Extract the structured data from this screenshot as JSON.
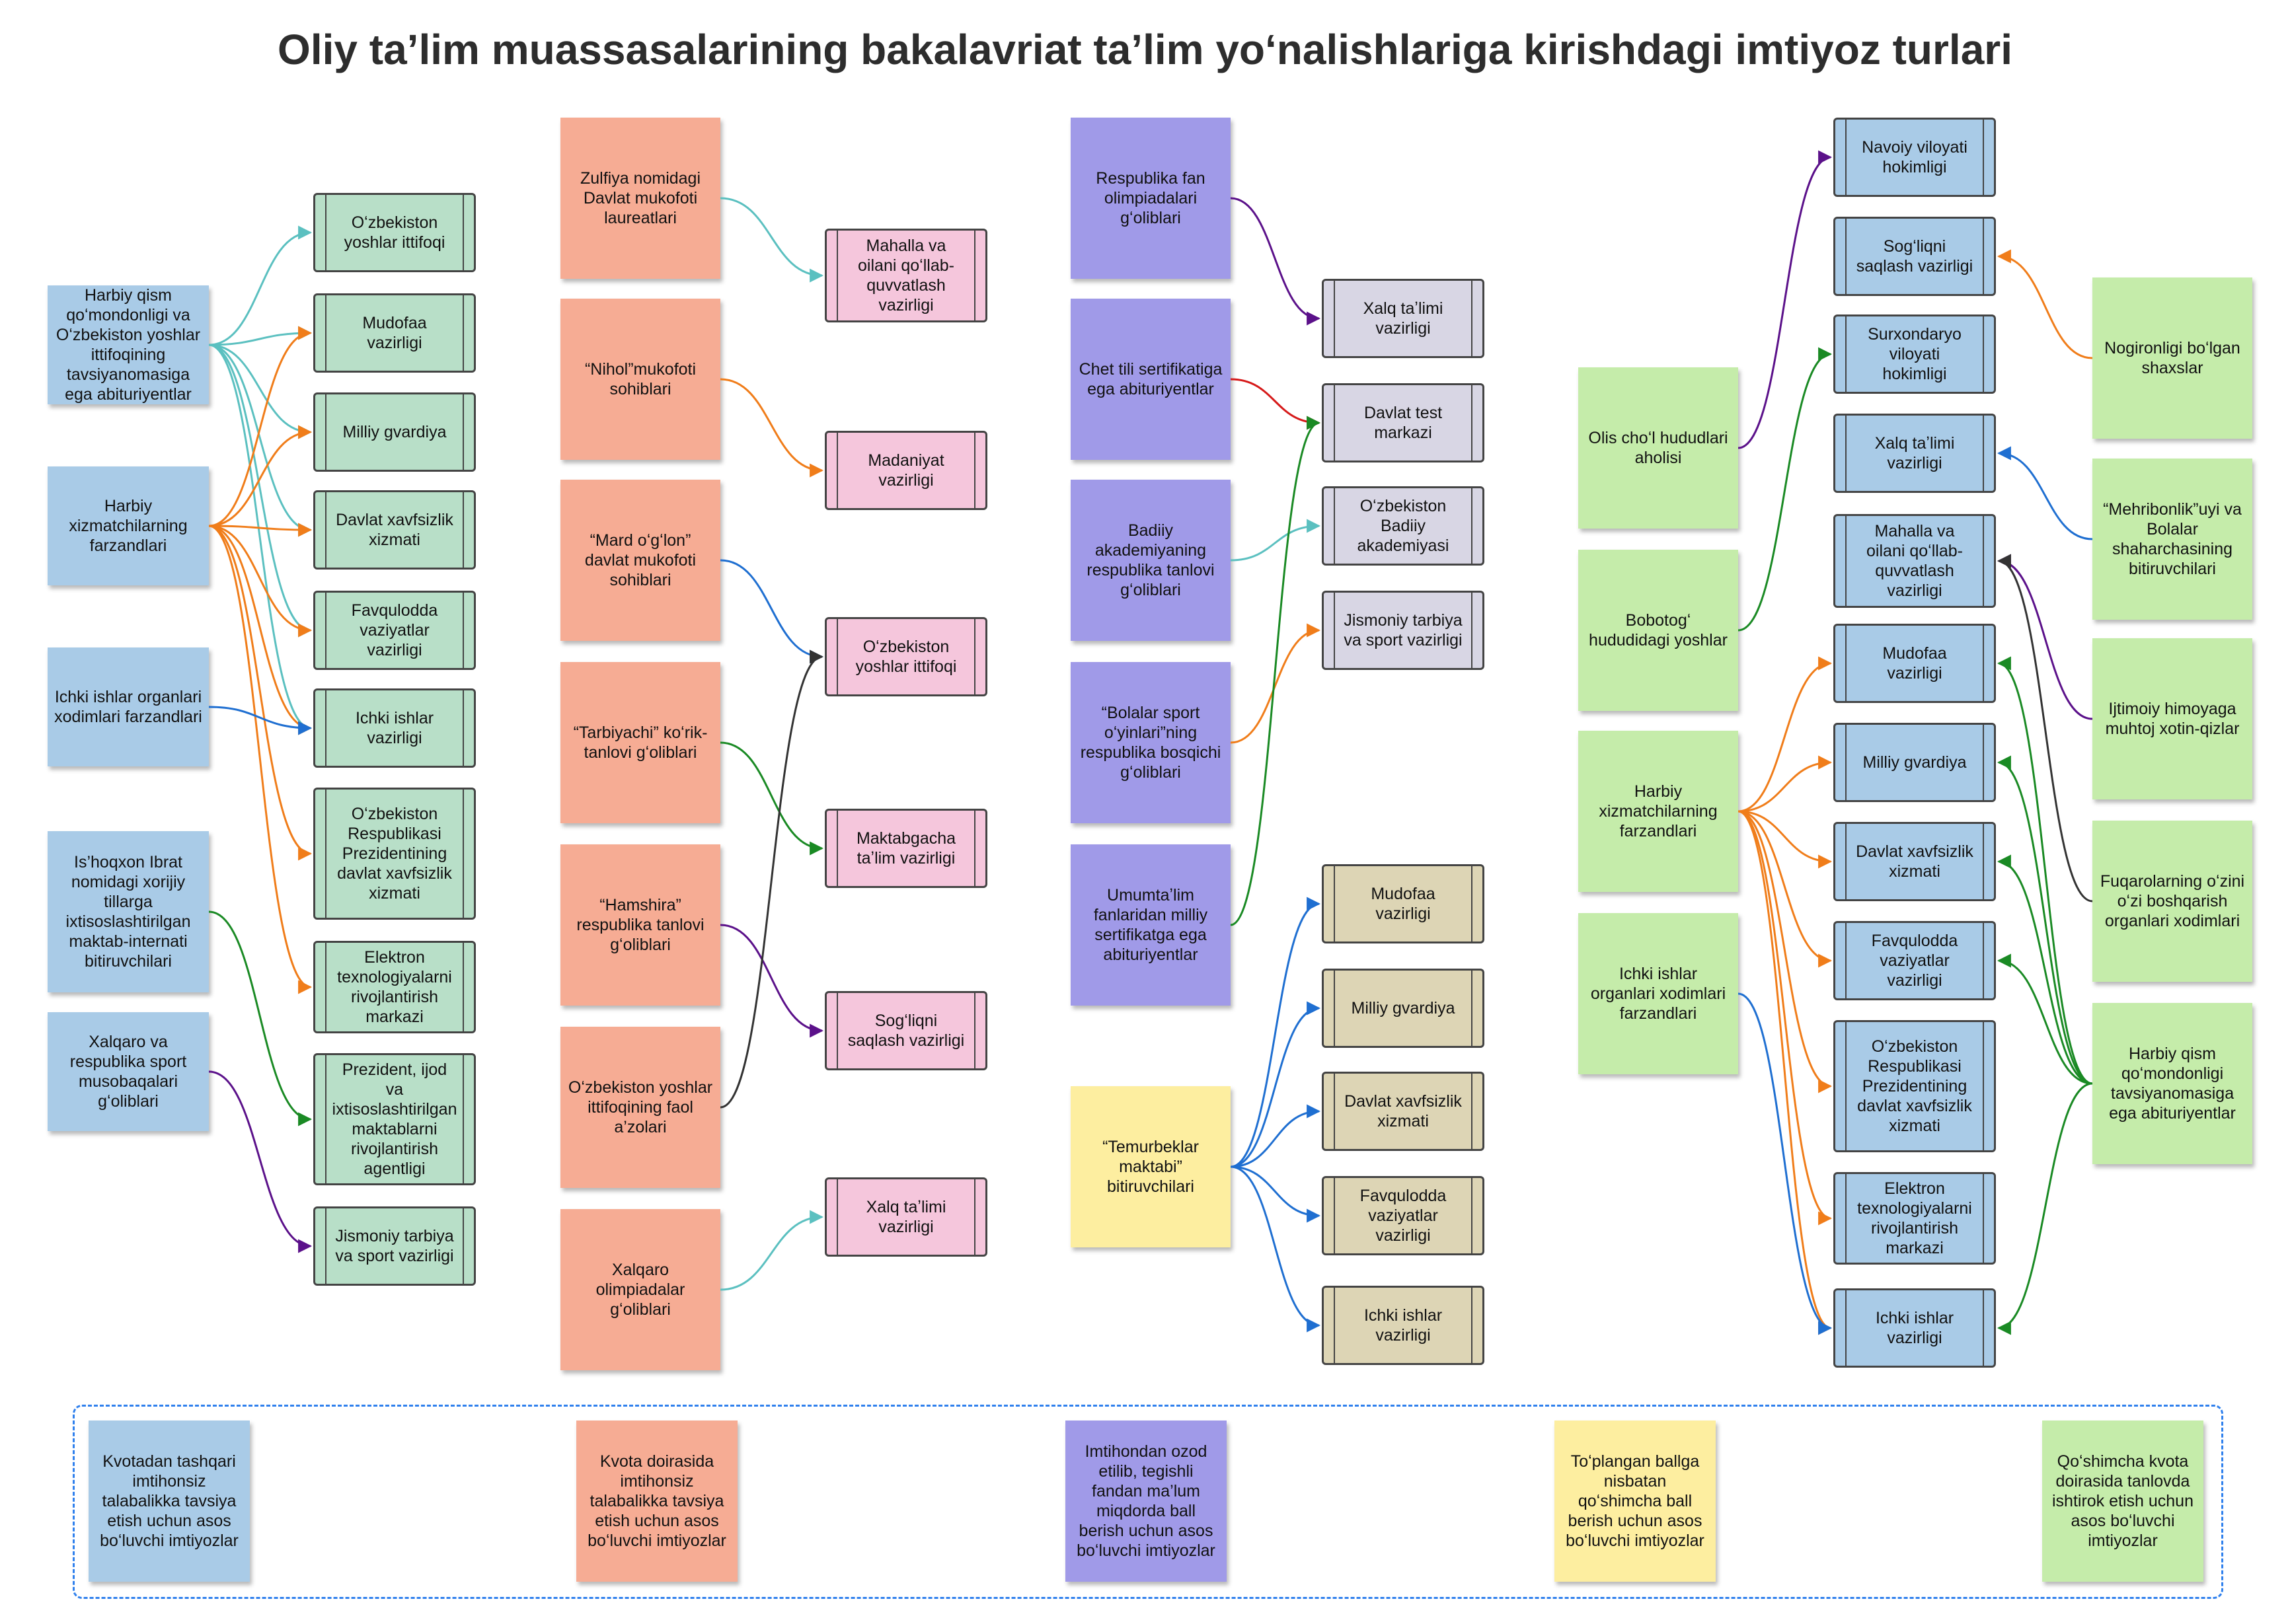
{
  "title": "Oliy taʼlim muassasalarining bakalavriat taʼlim yoʻnalishlariga kirishdagi imtiyoz turlari",
  "colors": {
    "blue_note": "#a9cbe7",
    "green_box": "#b8dfc8",
    "salmon_note": "#f6ac94",
    "pink_box": "#f5c6dc",
    "purple_note": "#a09ae8",
    "lavender_box": "#d8d6e4",
    "yellow_note": "#fdeea0",
    "tan_box": "#ddd5b5",
    "lightgreen_note": "#c5ecaa",
    "blue_box": "#a9cbe7",
    "teal_line": "#5bc0c0",
    "orange_line": "#f07d1a",
    "blue_line": "#1f6fd1",
    "green_line": "#1a8a24",
    "purple_line": "#5b118a",
    "dark_line": "#333333",
    "red_line": "#d61a1a"
  },
  "nodes": [
    {
      "id": "A1",
      "text": "Harbiy qism qoʻmondonligi va Oʻzbekiston yoshlar ittifoqining tavsiyanomasiga ega abituriyentlar",
      "shape": "note",
      "color": "#a9cbe7"
    },
    {
      "id": "A2",
      "text": "Harbiy xizmatchilarning farzandlari",
      "shape": "note",
      "color": "#a9cbe7"
    },
    {
      "id": "A3",
      "text": "Ichki ishlar organlari xodimlari farzandlari",
      "shape": "note",
      "color": "#a9cbe7"
    },
    {
      "id": "A4",
      "text": "Is’hoqxon Ibrat nomidagi xorijiy tillarga ixtisoslashtirilgan maktab-internati bitiruvchilari",
      "shape": "note",
      "color": "#a9cbe7"
    },
    {
      "id": "A5",
      "text": "Xalqaro va respublika sport musobaqalari gʻoliblari",
      "shape": "note",
      "color": "#a9cbe7"
    },
    {
      "id": "B1",
      "text": "Oʻzbekiston yoshlar ittifoqi",
      "shape": "rect",
      "color": "#b8dfc8"
    },
    {
      "id": "B2",
      "text": "Mudofaa vazirligi",
      "shape": "rect",
      "color": "#b8dfc8"
    },
    {
      "id": "B3",
      "text": "Milliy gvardiya",
      "shape": "rect",
      "color": "#b8dfc8"
    },
    {
      "id": "B4",
      "text": "Davlat xavfsizlik xizmati",
      "shape": "rect",
      "color": "#b8dfc8"
    },
    {
      "id": "B5",
      "text": "Favqulodda vaziyatlar vazirligi",
      "shape": "rect",
      "color": "#b8dfc8"
    },
    {
      "id": "B6",
      "text": "Ichki ishlar vazirligi",
      "shape": "rect",
      "color": "#b8dfc8"
    },
    {
      "id": "B7",
      "text": "Oʻzbekiston Respublikasi Prezidentining davlat xavfsizlik xizmati",
      "shape": "rect",
      "color": "#b8dfc8"
    },
    {
      "id": "B8",
      "text": "Elektron texnologiyalarni rivojlantirish markazi",
      "shape": "rect",
      "color": "#b8dfc8"
    },
    {
      "id": "B9",
      "text": "Prezident, ijod va ixtisoslashtirilgan maktablarni rivojlantirish agentligi",
      "shape": "rect",
      "color": "#b8dfc8"
    },
    {
      "id": "B10",
      "text": "Jismoniy tarbiya va sport vazirligi",
      "shape": "rect",
      "color": "#b8dfc8"
    },
    {
      "id": "C1",
      "text": "Zulfiya nomidagi Davlat mukofoti laureatlari",
      "shape": "note",
      "color": "#f6ac94"
    },
    {
      "id": "C2",
      "text": "“Nihol”mukofoti sohiblari",
      "shape": "note",
      "color": "#f6ac94"
    },
    {
      "id": "C3",
      "text": "“Mard oʻgʻlon” davlat mukofoti sohiblari",
      "shape": "note",
      "color": "#f6ac94"
    },
    {
      "id": "C4",
      "text": "“Tarbiyachi” koʻrik-tanlovi gʻoliblari",
      "shape": "note",
      "color": "#f6ac94"
    },
    {
      "id": "C5",
      "text": "“Hamshira” respublika tanlovi gʻoliblari",
      "shape": "note",
      "color": "#f6ac94"
    },
    {
      "id": "C6",
      "text": "Oʻzbekiston yoshlar ittifoqining faol a’zolari",
      "shape": "note",
      "color": "#f6ac94"
    },
    {
      "id": "C7",
      "text": "Xalqaro olimpiadalar gʻoliblari",
      "shape": "note",
      "color": "#f6ac94"
    },
    {
      "id": "D1",
      "text": "Mahalla va oilani qoʻllab-quvvatlash vazirligi",
      "shape": "rect",
      "color": "#f5c6dc"
    },
    {
      "id": "D2",
      "text": "Madaniyat vazirligi",
      "shape": "rect",
      "color": "#f5c6dc"
    },
    {
      "id": "D3",
      "text": "Oʻzbekiston yoshlar ittifoqi",
      "shape": "rect",
      "color": "#f5c6dc"
    },
    {
      "id": "D4",
      "text": "Maktabgacha taʼlim vazirligi",
      "shape": "rect",
      "color": "#f5c6dc"
    },
    {
      "id": "D5",
      "text": "Sogʻliqni saqlash vazirligi",
      "shape": "rect",
      "color": "#f5c6dc"
    },
    {
      "id": "D6",
      "text": "Xalq taʼlimi vazirligi",
      "shape": "rect",
      "color": "#f5c6dc"
    },
    {
      "id": "E1",
      "text": "Respublika fan olimpiadalari gʻoliblari",
      "shape": "note",
      "color": "#a09ae8"
    },
    {
      "id": "E2",
      "text": "Chet tili sertifikatiga ega abituriyentlar",
      "shape": "note",
      "color": "#a09ae8"
    },
    {
      "id": "E3",
      "text": "Badiiy akademiyaning respublika tanlovi gʻoliblari",
      "shape": "note",
      "color": "#a09ae8"
    },
    {
      "id": "E4",
      "text": "“Bolalar sport oʻyinlari”ning respublika bosqichi gʻoliblari",
      "shape": "note",
      "color": "#a09ae8"
    },
    {
      "id": "E5",
      "text": "Umumtaʼlim fanlaridan milliy sertifikatga ega abituriyentlar",
      "shape": "note",
      "color": "#a09ae8"
    },
    {
      "id": "E6",
      "text": "“Temurbeklar maktabi” bitiruvchilari",
      "shape": "note",
      "color": "#fdeea0"
    },
    {
      "id": "F1",
      "text": "Xalq taʼlimi vazirligi",
      "shape": "rect",
      "color": "#d8d6e4"
    },
    {
      "id": "F2",
      "text": "Davlat test markazi",
      "shape": "rect",
      "color": "#d8d6e4"
    },
    {
      "id": "F3",
      "text": "Oʻzbekiston Badiiy akademiyasi",
      "shape": "rect",
      "color": "#d8d6e4"
    },
    {
      "id": "F4",
      "text": "Jismoniy tarbiya va sport vazirligi",
      "shape": "rect",
      "color": "#d8d6e4"
    },
    {
      "id": "F5",
      "text": "Mudofaa vazirligi",
      "shape": "rect",
      "color": "#ddd5b5"
    },
    {
      "id": "F6",
      "text": "Milliy gvardiya",
      "shape": "rect",
      "color": "#ddd5b5"
    },
    {
      "id": "F7",
      "text": "Davlat xavfsizlik xizmati",
      "shape": "rect",
      "color": "#ddd5b5"
    },
    {
      "id": "F8",
      "text": "Favqulodda vaziyatlar vazirligi",
      "shape": "rect",
      "color": "#ddd5b5"
    },
    {
      "id": "F9",
      "text": "Ichki ishlar vazirligi",
      "shape": "rect",
      "color": "#ddd5b5"
    },
    {
      "id": "G1",
      "text": "Olis choʻl hududlari aholisi",
      "shape": "note",
      "color": "#c5ecaa"
    },
    {
      "id": "G2",
      "text": "Bobotogʻ hududidagi yoshlar",
      "shape": "note",
      "color": "#c5ecaa"
    },
    {
      "id": "G3",
      "text": "Harbiy xizmatchilarning farzandlari",
      "shape": "note",
      "color": "#c5ecaa"
    },
    {
      "id": "G4",
      "text": "Ichki ishlar organlari xodimlari farzandlari",
      "shape": "note",
      "color": "#c5ecaa"
    },
    {
      "id": "H1",
      "text": "Navoiy viloyati hokimligi",
      "shape": "rect",
      "color": "#a9cbe7"
    },
    {
      "id": "H2",
      "text": "Sogʻliqni saqlash vazirligi",
      "shape": "rect",
      "color": "#a9cbe7"
    },
    {
      "id": "H3",
      "text": "Surxondaryo viloyati hokimligi",
      "shape": "rect",
      "color": "#a9cbe7"
    },
    {
      "id": "H4",
      "text": "Xalq taʼlimi vazirligi",
      "shape": "rect",
      "color": "#a9cbe7"
    },
    {
      "id": "H5",
      "text": "Mahalla va oilani qoʻllab-quvvatlash vazirligi",
      "shape": "rect",
      "color": "#a9cbe7"
    },
    {
      "id": "H6",
      "text": "Mudofaa vazirligi",
      "shape": "rect",
      "color": "#a9cbe7"
    },
    {
      "id": "H7",
      "text": "Milliy gvardiya",
      "shape": "rect",
      "color": "#a9cbe7"
    },
    {
      "id": "H8",
      "text": "Davlat xavfsizlik xizmati",
      "shape": "rect",
      "color": "#a9cbe7"
    },
    {
      "id": "H9",
      "text": "Favqulodda vaziyatlar vazirligi",
      "shape": "rect",
      "color": "#a9cbe7"
    },
    {
      "id": "H10",
      "text": "Oʻzbekiston Respublikasi Prezidentining davlat xavfsizlik xizmati",
      "shape": "rect",
      "color": "#a9cbe7"
    },
    {
      "id": "H11",
      "text": "Elektron texnologiyalarni rivojlantirish markazi",
      "shape": "rect",
      "color": "#a9cbe7"
    },
    {
      "id": "H12",
      "text": "Ichki ishlar vazirligi",
      "shape": "rect",
      "color": "#a9cbe7"
    },
    {
      "id": "I1",
      "text": "Nogironligi boʻlgan shaxslar",
      "shape": "note",
      "color": "#c5ecaa"
    },
    {
      "id": "I2",
      "text": "“Mehribonlik”uyi va Bolalar shaharchasining bitiruvchilari",
      "shape": "note",
      "color": "#c5ecaa"
    },
    {
      "id": "I3",
      "text": "Ijtimoiy himoyaga muhtoj xotin-qizlar",
      "shape": "note",
      "color": "#c5ecaa"
    },
    {
      "id": "I4",
      "text": "Fuqarolarning oʻzini oʻzi boshqarish organlari xodimlari",
      "shape": "note",
      "color": "#c5ecaa"
    },
    {
      "id": "I5",
      "text": "Harbiy qism qoʻmondonligi tavsiyanomasiga ega abituriyentlar",
      "shape": "note",
      "color": "#c5ecaa"
    },
    {
      "id": "L1",
      "text": "Kvotadan tashqari imtihonsiz talabalikka tavsiya etish uchun asos boʻluvchi imtiyozlar",
      "shape": "note",
      "color": "#a9cbe7"
    },
    {
      "id": "L2",
      "text": "Kvota doirasida imtihonsiz talabalikka tavsiya etish uchun asos boʻluvchi imtiyozlar",
      "shape": "note",
      "color": "#f6ac94"
    },
    {
      "id": "L3",
      "text": "Imtihondan ozod etilib, tegishli fandan ma’lum miqdorda ball berish uchun asos boʻluvchi imtiyozlar",
      "shape": "note",
      "color": "#a09ae8"
    },
    {
      "id": "L4",
      "text": "Toʻplangan ballga nisbatan qoʻshimcha ball berish uchun asos boʻluvchi imtiyozlar",
      "shape": "note",
      "color": "#fdeea0"
    },
    {
      "id": "L5",
      "text": "Qoʻshimcha kvota doirasida tanlovda ishtirok etish uchun asos boʻluvchi imtiyozlar",
      "shape": "note",
      "color": "#c5ecaa"
    }
  ],
  "edges": [
    {
      "from": "A1",
      "to": "B1",
      "color": "#5bc0c0"
    },
    {
      "from": "A1",
      "to": "B2",
      "color": "#5bc0c0"
    },
    {
      "from": "A1",
      "to": "B3",
      "color": "#5bc0c0"
    },
    {
      "from": "A1",
      "to": "B4",
      "color": "#5bc0c0"
    },
    {
      "from": "A1",
      "to": "B5",
      "color": "#5bc0c0"
    },
    {
      "from": "A1",
      "to": "B6",
      "color": "#5bc0c0"
    },
    {
      "from": "A2",
      "to": "B2",
      "color": "#f07d1a"
    },
    {
      "from": "A2",
      "to": "B3",
      "color": "#f07d1a"
    },
    {
      "from": "A2",
      "to": "B4",
      "color": "#f07d1a"
    },
    {
      "from": "A2",
      "to": "B5",
      "color": "#f07d1a"
    },
    {
      "from": "A2",
      "to": "B6",
      "color": "#f07d1a"
    },
    {
      "from": "A2",
      "to": "B7",
      "color": "#f07d1a"
    },
    {
      "from": "A2",
      "to": "B8",
      "color": "#f07d1a"
    },
    {
      "from": "A3",
      "to": "B6",
      "color": "#1f6fd1"
    },
    {
      "from": "A4",
      "to": "B9",
      "color": "#1a8a24"
    },
    {
      "from": "A5",
      "to": "B10",
      "color": "#5b118a"
    },
    {
      "from": "C1",
      "to": "D1",
      "color": "#5bc0c0"
    },
    {
      "from": "C2",
      "to": "D2",
      "color": "#f07d1a"
    },
    {
      "from": "C3",
      "to": "D3",
      "color": "#1f6fd1"
    },
    {
      "from": "C4",
      "to": "D4",
      "color": "#1a8a24"
    },
    {
      "from": "C5",
      "to": "D5",
      "color": "#5b118a"
    },
    {
      "from": "C6",
      "to": "D3",
      "color": "#333333"
    },
    {
      "from": "C7",
      "to": "D6",
      "color": "#5bc0c0"
    },
    {
      "from": "E1",
      "to": "F1",
      "color": "#5b118a"
    },
    {
      "from": "E2",
      "to": "F2",
      "color": "#d61a1a"
    },
    {
      "from": "E3",
      "to": "F3",
      "color": "#5bc0c0"
    },
    {
      "from": "E4",
      "to": "F4",
      "color": "#f07d1a"
    },
    {
      "from": "E5",
      "to": "F2",
      "color": "#1a8a24"
    },
    {
      "from": "E6",
      "to": "F5",
      "color": "#1f6fd1"
    },
    {
      "from": "E6",
      "to": "F6",
      "color": "#1f6fd1"
    },
    {
      "from": "E6",
      "to": "F7",
      "color": "#1f6fd1"
    },
    {
      "from": "E6",
      "to": "F8",
      "color": "#1f6fd1"
    },
    {
      "from": "E6",
      "to": "F9",
      "color": "#1f6fd1"
    },
    {
      "from": "G1",
      "to": "H1",
      "color": "#5b118a"
    },
    {
      "from": "G2",
      "to": "H3",
      "color": "#1a8a24"
    },
    {
      "from": "G3",
      "to": "H6",
      "color": "#f07d1a"
    },
    {
      "from": "G3",
      "to": "H7",
      "color": "#f07d1a"
    },
    {
      "from": "G3",
      "to": "H8",
      "color": "#f07d1a"
    },
    {
      "from": "G3",
      "to": "H9",
      "color": "#f07d1a"
    },
    {
      "from": "G3",
      "to": "H10",
      "color": "#f07d1a"
    },
    {
      "from": "G3",
      "to": "H11",
      "color": "#f07d1a"
    },
    {
      "from": "G3",
      "to": "H12",
      "color": "#f07d1a"
    },
    {
      "from": "G4",
      "to": "H12",
      "color": "#1f6fd1"
    },
    {
      "from": "I1",
      "to": "H2",
      "color": "#f07d1a"
    },
    {
      "from": "I2",
      "to": "H4",
      "color": "#1f6fd1"
    },
    {
      "from": "I3",
      "to": "H5",
      "color": "#5b118a"
    },
    {
      "from": "I4",
      "to": "H5",
      "color": "#333333"
    },
    {
      "from": "I5",
      "to": "H6",
      "color": "#1a8a24"
    },
    {
      "from": "I5",
      "to": "H7",
      "color": "#1a8a24"
    },
    {
      "from": "I5",
      "to": "H8",
      "color": "#1a8a24"
    },
    {
      "from": "I5",
      "to": "H9",
      "color": "#1a8a24"
    },
    {
      "from": "I5",
      "to": "H12",
      "color": "#1a8a24"
    }
  ]
}
